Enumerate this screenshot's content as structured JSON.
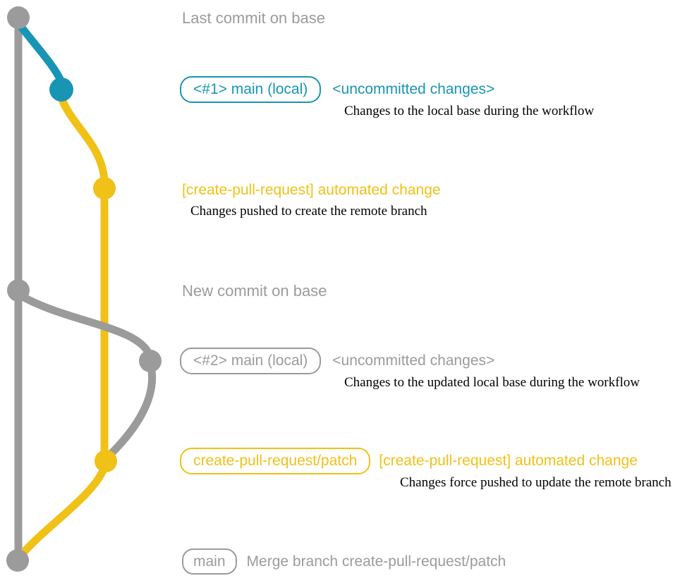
{
  "colors": {
    "gray": "#9B9B9B",
    "blue": "#1895B5",
    "yellow": "#F0C117",
    "note": "#000000"
  },
  "graph": {
    "type": "git-branch-diagram",
    "branches": [
      {
        "name": "base (main)",
        "color": "#9B9B9B"
      },
      {
        "name": "main (local)",
        "color": "#1895B5"
      },
      {
        "name": "create-pull-request/patch",
        "color": "#F0C117"
      }
    ],
    "commit_sequence": [
      {
        "branch": "base",
        "color": "gray",
        "annotation": "Last commit on base"
      },
      {
        "branch": "main (local)",
        "color": "blue",
        "annotation": "<#1> main (local) <uncommitted changes>"
      },
      {
        "branch": "create-pull-request/patch",
        "color": "yellow",
        "annotation": "[create-pull-request] automated change"
      },
      {
        "branch": "base",
        "color": "gray",
        "annotation": "New commit on base"
      },
      {
        "branch": "main (local)",
        "color": "gray",
        "annotation": "<#2> main (local) <uncommitted changes>"
      },
      {
        "branch": "create-pull-request/patch",
        "color": "yellow",
        "annotation": "create-pull-request/patch [create-pull-request] automated change"
      },
      {
        "branch": "base",
        "color": "gray",
        "annotation": "main — Merge branch create-pull-request/patch"
      }
    ]
  },
  "rows": {
    "r1": {
      "label": "Last commit on base"
    },
    "r2": {
      "badge": "<#1> main (local)",
      "headline": "<uncommitted changes>",
      "note": "Changes to the local base during the workflow"
    },
    "r3": {
      "headline": "[create-pull-request] automated change",
      "note": "Changes pushed to create the remote branch"
    },
    "r4": {
      "label": "New commit on base"
    },
    "r5": {
      "badge": "<#2> main (local)",
      "headline": "<uncommitted changes>",
      "note": "Changes to the updated local base during the workflow"
    },
    "r6": {
      "badge": "create-pull-request/patch",
      "headline": "[create-pull-request] automated change",
      "note": "Changes force pushed to update the remote branch"
    },
    "r7": {
      "badge": "main",
      "label": "Merge branch create-pull-request/patch"
    }
  }
}
